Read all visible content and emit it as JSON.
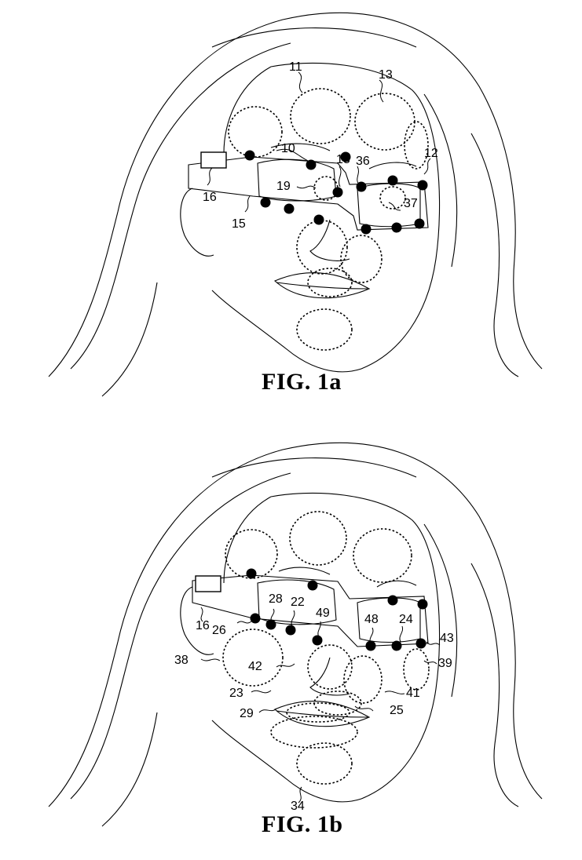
{
  "figures": [
    {
      "caption": "FIG. 1a",
      "labels": [
        "10",
        "11",
        "12",
        "13",
        "15",
        "16",
        "18",
        "19",
        "36",
        "37"
      ]
    },
    {
      "caption": "FIG. 1b",
      "labels": [
        "16",
        "22",
        "23",
        "24",
        "25",
        "26",
        "28",
        "29",
        "34",
        "38",
        "39",
        "41",
        "42",
        "43",
        "48",
        "49"
      ]
    }
  ],
  "colors": {
    "line": "#000000",
    "background": "#ffffff"
  },
  "icons": [
    "sensor-icon",
    "control-unit-icon"
  ]
}
